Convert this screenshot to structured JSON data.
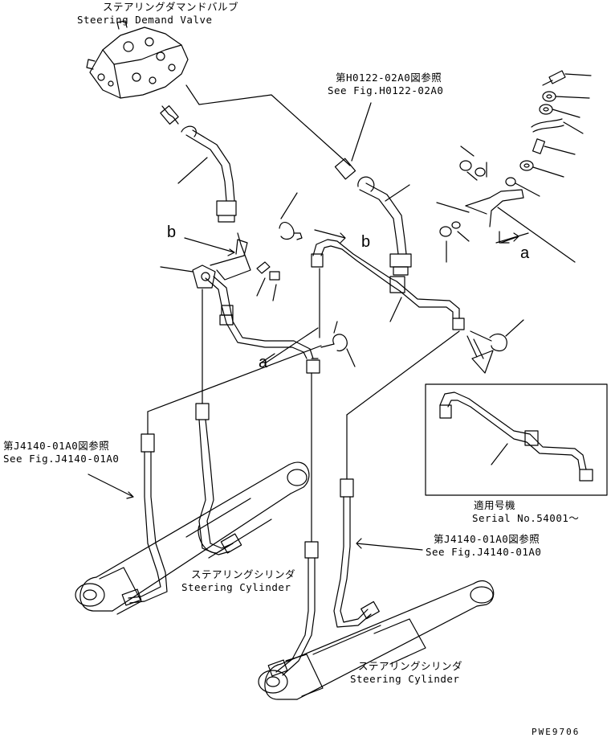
{
  "labels": {
    "valve_jp": "ステアリングダマンドバルブ",
    "valve_en": "Steering Demand Valve",
    "ref_h0122_jp": "第H0122-02A0図参照",
    "ref_h0122_en": "See Fig.H0122-02A0",
    "ref_j4140_left_jp": "第J4140-01A0図参照",
    "ref_j4140_left_en": "See Fig.J4140-01A0",
    "ref_j4140_right_jp": "第J4140-01A0図参照",
    "ref_j4140_right_en": "See Fig.J4140-01A0",
    "cyl_left_jp": "ステアリングシリンダ",
    "cyl_left_en": "Steering Cylinder",
    "cyl_right_jp": "ステアリングシリンダ",
    "cyl_right_en": "Steering Cylinder",
    "serial_jp": "適用号機",
    "serial_en": "Serial No.54001～",
    "marker_a_left": "a",
    "marker_a_right": "a",
    "marker_b_left": "b",
    "marker_b_right": "b",
    "drawing_code": "PWE9706"
  }
}
